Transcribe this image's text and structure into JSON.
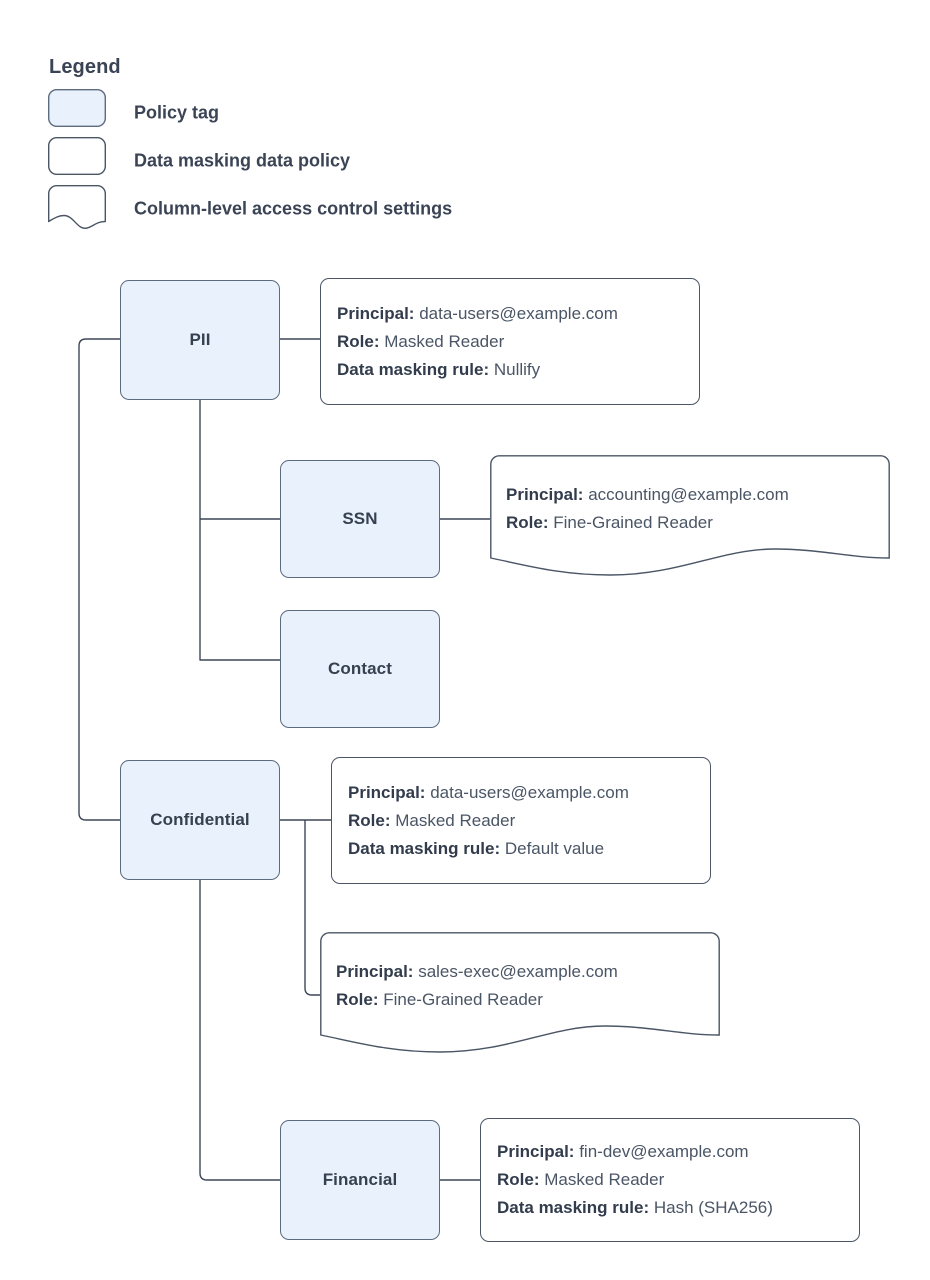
{
  "legend": {
    "title": "Legend",
    "items": [
      {
        "shape": "filled-rounded-rect",
        "label": "Policy tag"
      },
      {
        "shape": "rounded-rect",
        "label": "Data masking data policy"
      },
      {
        "shape": "wavy-bottom-rect",
        "label": "Column-level access control settings"
      }
    ]
  },
  "colors": {
    "tag_fill": "#e9f1fd",
    "tag_border": "#5d6b7f",
    "callout_border": "#4a5565",
    "text": "#3b4455",
    "connector": "#3d4757"
  },
  "nodes": [
    {
      "id": "pii",
      "label": "PII"
    },
    {
      "id": "ssn",
      "label": "SSN"
    },
    {
      "id": "contact",
      "label": "Contact"
    },
    {
      "id": "confidential",
      "label": "Confidential"
    },
    {
      "id": "financial",
      "label": "Financial"
    }
  ],
  "labels": {
    "principal": "Principal:",
    "role": "Role:",
    "masking_rule": "Data masking rule:"
  },
  "callouts": {
    "pii_policy": {
      "type": "data-masking-data-policy",
      "principal": "data-users@example.com",
      "role": "Masked Reader",
      "masking_rule": "Nullify"
    },
    "ssn_access": {
      "type": "column-level-access-control-settings",
      "principal": "accounting@example.com",
      "role": "Fine-Grained Reader"
    },
    "confidential_policy": {
      "type": "data-masking-data-policy",
      "principal": "data-users@example.com",
      "role": "Masked Reader",
      "masking_rule": "Default value"
    },
    "confidential_access": {
      "type": "column-level-access-control-settings",
      "principal": "sales-exec@example.com",
      "role": "Fine-Grained Reader"
    },
    "financial_policy": {
      "type": "data-masking-data-policy",
      "principal": "fin-dev@example.com",
      "role": "Masked Reader",
      "masking_rule": "Hash (SHA256)"
    }
  }
}
